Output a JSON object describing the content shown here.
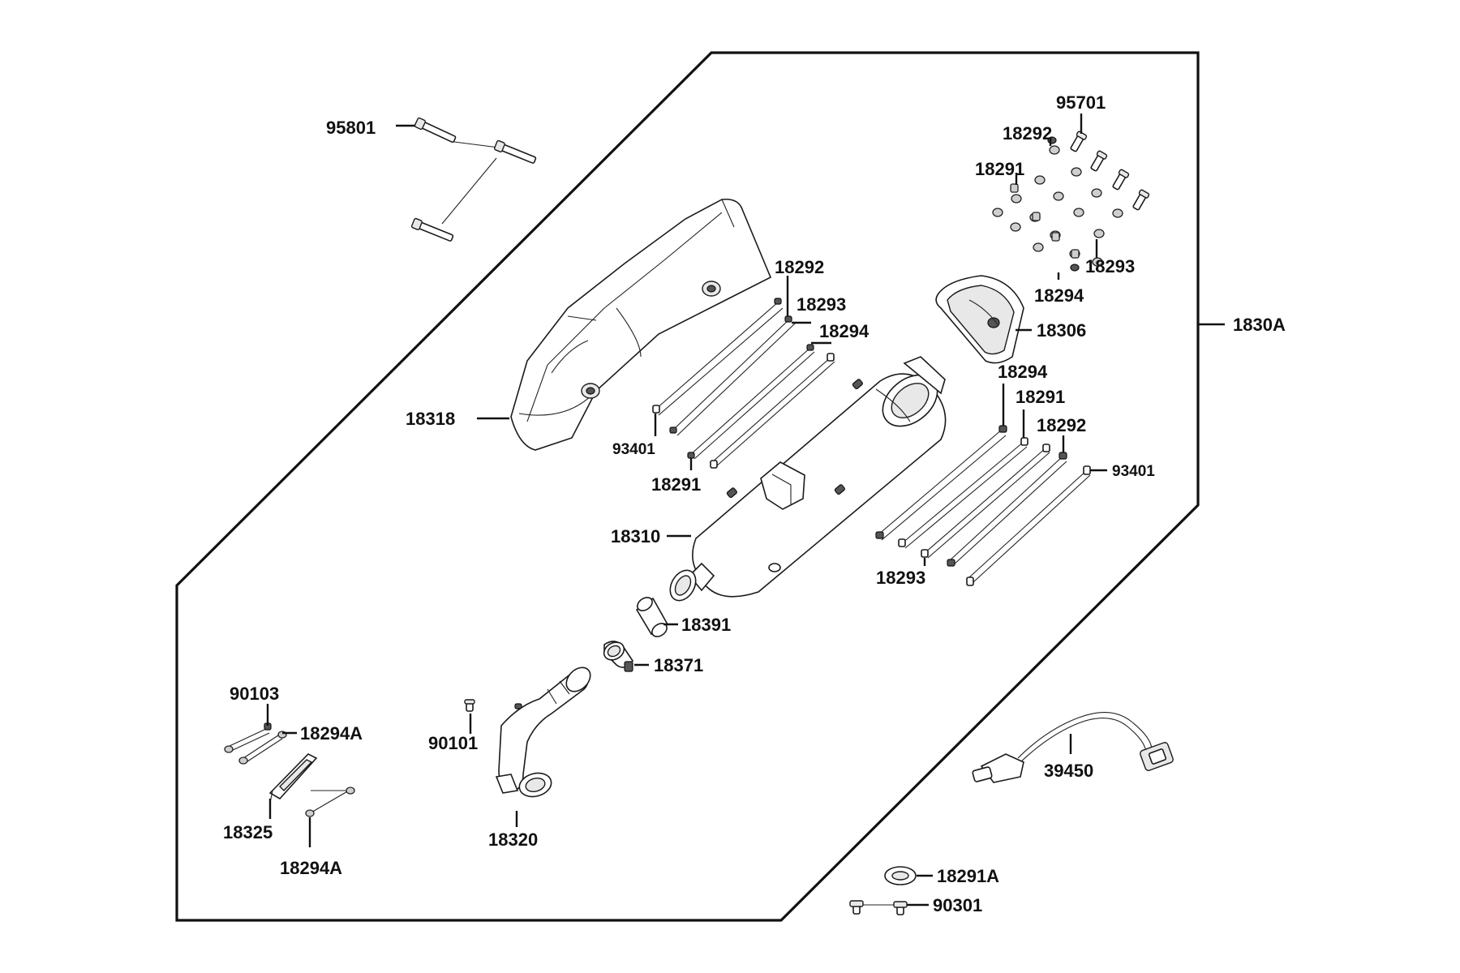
{
  "diagram": {
    "assembly_label": "1830A",
    "labels": {
      "p95801": "95801",
      "p95701": "95701",
      "p18292_a": "18292",
      "p18291_a": "18291",
      "p18293_a": "18293",
      "p18294_a": "18294",
      "p18292_b": "18292",
      "p18293_b": "18293",
      "p18294_b": "18294",
      "p18306": "18306",
      "p18318": "18318",
      "p93401_a": "93401",
      "p18291_b": "18291",
      "p18294_c": "18294",
      "p18291_c": "18291",
      "p18292_c": "18292",
      "p93401_b": "93401",
      "p18310": "18310",
      "p18293_c": "18293",
      "p18391": "18391",
      "p18371": "18371",
      "p90103": "90103",
      "p18294A_a": "18294A",
      "p90101": "90101",
      "p39450": "39450",
      "p18325": "18325",
      "p18320": "18320",
      "p18294A_b": "18294A",
      "p18291A": "18291A",
      "p90301": "90301"
    }
  }
}
